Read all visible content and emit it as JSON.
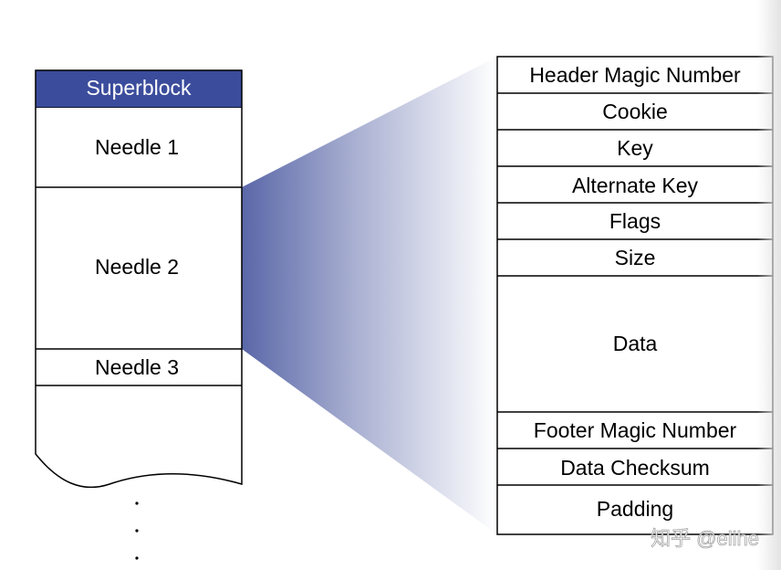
{
  "left_column": {
    "superblock": "Superblock",
    "needles": [
      "Needle 1",
      "Needle 2",
      "Needle 3"
    ]
  },
  "needle_fields": [
    "Header Magic Number",
    "Cookie",
    "Key",
    "Alternate Key",
    "Flags",
    "Size",
    "Data",
    "Footer Magic Number",
    "Data Checksum",
    "Padding"
  ],
  "watermark": "知乎 @elihe",
  "colors": {
    "superblock_fill": "#3b4c9c",
    "fan_gradient_start": "#5a67a8",
    "outline": "#000000"
  }
}
